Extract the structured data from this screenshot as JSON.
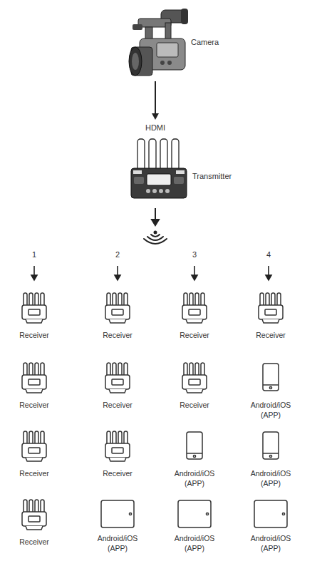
{
  "diagram": {
    "nodes": [
      {
        "text": [
          "Camera"
        ]
      },
      {
        "text": [
          "Transmitter"
        ]
      },
      {
        "text": [
          "Receiver"
        ]
      },
      {
        "text": [
          "Receiver"
        ]
      },
      {
        "text": [
          "Receiver"
        ]
      },
      {
        "text": [
          "Receiver"
        ]
      },
      {
        "text": [
          "Receiver"
        ]
      },
      {
        "text": [
          "Receiver"
        ]
      },
      {
        "text": [
          "Receiver"
        ]
      },
      {
        "text": [
          "Android/iOS (APP)"
        ]
      },
      {
        "text": [
          "Receiver"
        ]
      },
      {
        "text": [
          "Receiver"
        ]
      },
      {
        "text": [
          "Android/iOS (APP)"
        ]
      },
      {
        "text": [
          "Android/iOS (APP)"
        ]
      },
      {
        "text": [
          "Receiver"
        ]
      },
      {
        "text": [
          "Android/iOS (APP)"
        ]
      },
      {
        "text": [
          "Android/iOS (APP)"
        ]
      },
      {
        "text": [
          "Android/iOS (APP)"
        ]
      }
    ],
    "edges": [
      {
        "from": 0,
        "to": 1,
        "label": "HDMI",
        "arrow": "to"
      }
    ],
    "labels": [
      "1",
      "2",
      "3",
      "4"
    ]
  }
}
